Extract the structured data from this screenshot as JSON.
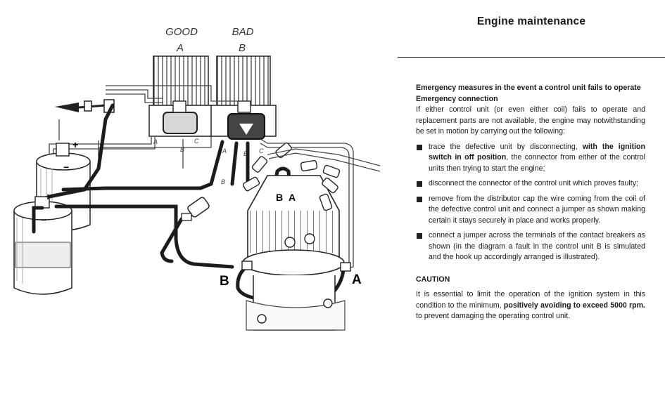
{
  "page": {
    "title": "Engine maintenance"
  },
  "diagram": {
    "unit_a_label": "GOOD",
    "unit_a_letter": "A",
    "unit_b_label": "BAD",
    "unit_b_letter": "B",
    "left_marker": "B",
    "right_marker": "A",
    "cap_left_letter": "B",
    "cap_right_letter": "A",
    "small_a": "A",
    "small_b": "B",
    "small_c": "C",
    "small_a2": "A",
    "small_b2": "B",
    "small_c2": "C",
    "small_b3": "B",
    "plus_top": "+",
    "minus_top": "−",
    "plus_bottom": "+",
    "minus_bottom": "−"
  },
  "section": {
    "heading": "Emergency measures in the event a control unit fails to operate",
    "subheading": "Emergency connection",
    "intro": "If either control unit (or even either coil) fails to operate and replacement parts are not available, the engine may notwithstanding be set in motion by carrying out the following:",
    "steps": [
      {
        "pre": "trace the defective unit by disconnecting, ",
        "bold": "with the ignition switch in off position",
        "post": ", the connector from either of the control units then trying to start the engine;"
      },
      {
        "text": "disconnect the connector of the control unit which proves faulty;"
      },
      {
        "text": "remove from the distributor cap the wire coming from the coil of the defective control unit and connect a jumper as shown making certain it stays securely in place and works properly."
      },
      {
        "text": "connect a jumper across the terminals of the contact breakers as shown (in the diagram a fault in the control unit B is simulated and the hook up accordingly arranged is illustrated)."
      }
    ]
  },
  "caution": {
    "heading": "CAUTION",
    "pre": "It is essential to limit the operation of the ignition system in this condition to the minimum, ",
    "bold": "positively avoiding to exceed 5000 rpm.",
    "post": " to prevent damaging the operating control unit."
  }
}
